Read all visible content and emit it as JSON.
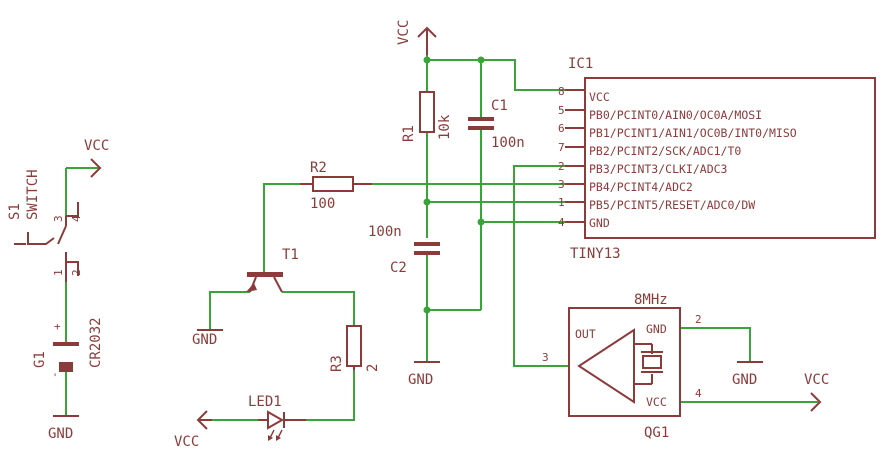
{
  "colors": {
    "wire": "#3aa33a",
    "part": "#8c3b3b",
    "background": "#ffffff"
  },
  "ic1": {
    "name": "IC1",
    "value": "TINY13",
    "pins": [
      {
        "num": "8",
        "label": "VCC"
      },
      {
        "num": "5",
        "label": "PB0/PCINT0/AIN0/OC0A/MOSI"
      },
      {
        "num": "6",
        "label": "PB1/PCINT1/AIN1/OC0B/INT0/MISO"
      },
      {
        "num": "7",
        "label": "PB2/PCINT2/SCK/ADC1/T0"
      },
      {
        "num": "2",
        "label": "PB3/PCINT3/CLKI/ADC3"
      },
      {
        "num": "3",
        "label": "PB4/PCINT4/ADC2"
      },
      {
        "num": "1",
        "label": "PB5/PCINT5/RESET/ADC0/DW"
      },
      {
        "num": "4",
        "label": "GND"
      }
    ]
  },
  "r1": {
    "name": "R1",
    "value": "10k"
  },
  "c1": {
    "name": "C1",
    "value": "100n"
  },
  "c2": {
    "name": "C2",
    "value": "100n"
  },
  "r2": {
    "name": "R2",
    "value": "100"
  },
  "r3": {
    "name": "R3",
    "value": "2"
  },
  "t1": {
    "name": "T1"
  },
  "led1": {
    "name": "LED1"
  },
  "s1": {
    "name": "S1",
    "value": "SWITCH",
    "pins": [
      "3",
      "4",
      "1",
      "2"
    ]
  },
  "g1": {
    "name": "G1",
    "value": "CR2032",
    "plus": "+",
    "minus": "-"
  },
  "qg1": {
    "name": "QG1",
    "value": "8MHz",
    "out": "OUT",
    "gnd": "GND",
    "vcc": "VCC",
    "pin_out": "3",
    "pin_gnd": "2",
    "pin_vcc": "4"
  },
  "supplies": {
    "vcc_top": "VCC",
    "vcc_switch": "VCC",
    "vcc_led": "VCC",
    "vcc_osc": "VCC",
    "gnd_t1": "GND",
    "gnd_c2": "GND",
    "gnd_battery": "GND",
    "gnd_osc": "GND"
  }
}
